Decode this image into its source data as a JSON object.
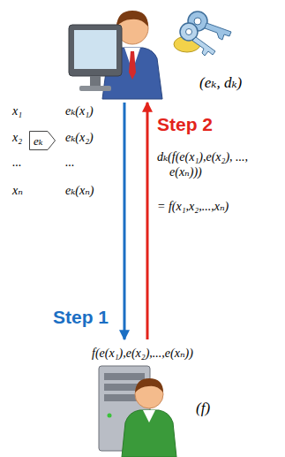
{
  "diagram": {
    "nodes": [
      {
        "text": [
          "eₖ"
        ]
      }
    ],
    "labels": [
      "(eₖ, dₖ)",
      "x₁",
      "x₂",
      "...",
      "xₙ",
      "eₖ(x₁)",
      "eₖ(x₂)",
      "...",
      "eₖ(xₙ)",
      "Step 2",
      "dₖ(f(e(x₁),e(x₂), ..., e(xₙ)))",
      "= f(x₁,x₂,...,xₙ)",
      "Step 1",
      "f(e(x₁),e(x₂),...,e(xₙ))",
      "(f)"
    ]
  }
}
